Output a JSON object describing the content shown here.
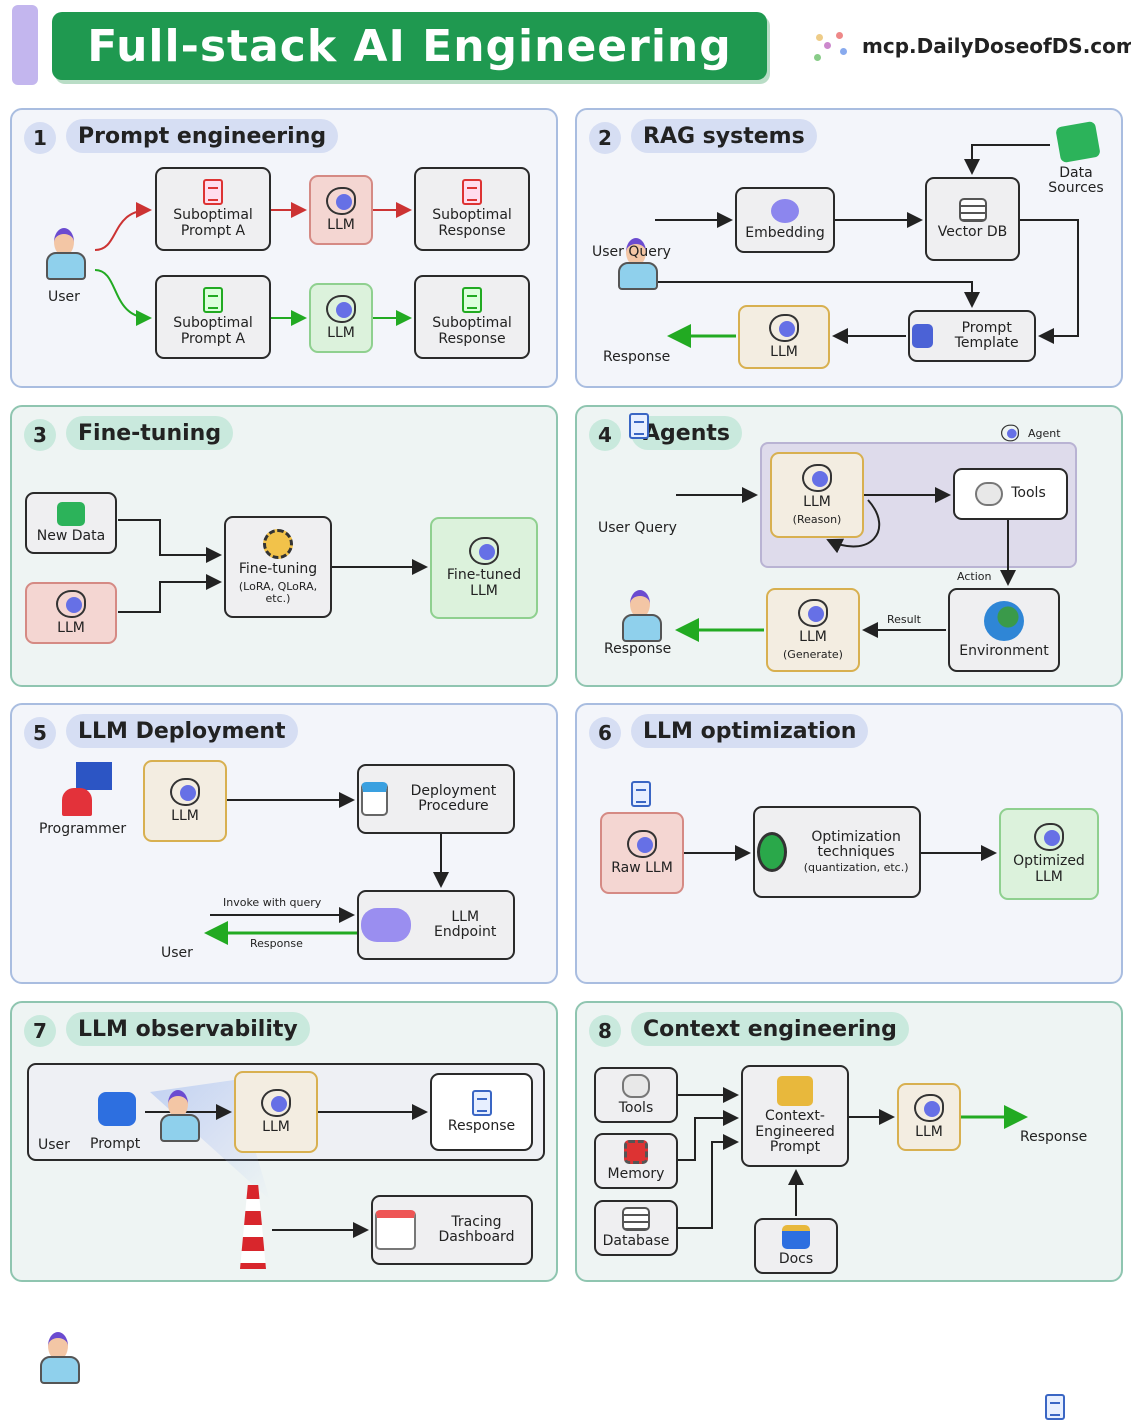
{
  "header": {
    "title": "Full-stack AI Engineering",
    "brand": "mcp.DailyDoseofDS.com",
    "accent": "#1f9950"
  },
  "sections": [
    {
      "num": "1",
      "title": "Prompt engineering",
      "user": "User",
      "top": {
        "prompt": "Suboptimal Prompt A",
        "llm": "LLM",
        "response": "Suboptimal Response"
      },
      "bottom": {
        "prompt": "Suboptimal Prompt A",
        "llm": "LLM",
        "response": "Suboptimal Response"
      }
    },
    {
      "num": "2",
      "title": "RAG systems",
      "user": "User Query",
      "embedding": "Embedding",
      "vector_db": "Vector DB",
      "data_sources": "Data Sources",
      "prompt_template": "Prompt Template",
      "llm": "LLM",
      "response": "Response"
    },
    {
      "num": "3",
      "title": "Fine-tuning",
      "new_data": "New Data",
      "llm": "LLM",
      "fine_tuning": "Fine-tuning",
      "fine_tuning_sub": "(LoRA, QLoRA, etc.)",
      "fine_tuned": "Fine-tuned LLM"
    },
    {
      "num": "4",
      "title": "Agents",
      "legend": "Agent",
      "user": "User Query",
      "llm_reason": "LLM",
      "reason_sub": "(Reason)",
      "tools": "Tools",
      "action": "Action",
      "environment": "Environment",
      "result": "Result",
      "llm_generate": "LLM",
      "generate_sub": "(Generate)",
      "response": "Response"
    },
    {
      "num": "5",
      "title": "LLM Deployment",
      "programmer": "Programmer",
      "llm": "LLM",
      "deployment": "Deployment Procedure",
      "endpoint": "LLM Endpoint",
      "user": "User",
      "invoke": "Invoke with query",
      "response": "Response"
    },
    {
      "num": "6",
      "title": "LLM optimization",
      "raw": "Raw LLM",
      "optimization": "Optimization techniques",
      "optimization_sub": "(quantization, etc.)",
      "optimized": "Optimized LLM"
    },
    {
      "num": "7",
      "title": "LLM observability",
      "user": "User",
      "prompt": "Prompt",
      "llm": "LLM",
      "response": "Response",
      "tracing": "Tracing Dashboard"
    },
    {
      "num": "8",
      "title": "Context engineering",
      "tools": "Tools",
      "memory": "Memory",
      "database": "Database",
      "context": "Context-Engineered Prompt",
      "llm": "LLM",
      "response": "Response",
      "docs": "Docs"
    }
  ]
}
